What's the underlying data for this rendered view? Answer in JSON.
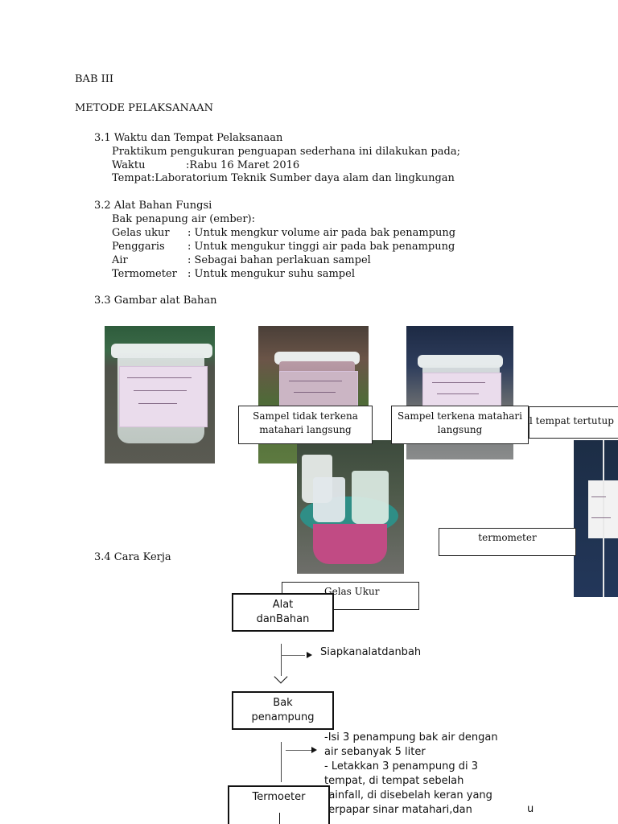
{
  "chapter": "BAB III",
  "chapter_title": "METODE PELAKSANAAN",
  "section_3_1": {
    "heading": "3.1 Waktu dan Tempat Pelaksanaan",
    "intro": "Praktikum pengukuran penguapan sederhana ini dilakukan pada;",
    "waktu_label": "Waktu",
    "waktu_value": ":Rabu 16 Maret 2016",
    "tempat_text": "Tempat:Laboratorium Teknik Sumber daya alam dan lingkungan"
  },
  "section_3_2": {
    "heading": "3.2 Alat Bahan Fungsi",
    "intro": "Bak penapung air (ember):",
    "items": [
      {
        "name": "Gelas ukur",
        "desc": ": Untuk mengkur volume air pada bak penampung"
      },
      {
        "name": "Penggaris",
        "desc": ": Untuk mengukur tinggi air pada bak penampung"
      },
      {
        "name": "Air",
        "desc": ": Sebagai bahan perlakuan sampel"
      },
      {
        "name": "Termometer",
        "desc": ": Untuk mengukur suhu sampel"
      }
    ]
  },
  "section_3_3": {
    "heading": "3.3 Gambar alat Bahan"
  },
  "captions": {
    "not_exposed": "Sampel tidak terkena matahari langsung",
    "exposed": "Sampel terkena matahari langsung",
    "covered_partial": "l tempat tertutup",
    "thermometer": "termometer",
    "measuring_cup": "Gelas Ukur"
  },
  "section_3_4": {
    "heading": "3.4 Cara Kerja"
  },
  "flowchart": {
    "box1": "Alat danBahan",
    "step1": "Siapkanalatdanbah",
    "box2": "Bak penampung",
    "step2_lines": [
      "-Isi 3 penampung bak air dengan",
      "air sebanyak 5 liter",
      "- Letakkan 3 penampung di 3",
      "tempat, di tempat sebelah",
      "rainfall, di disebelah keran yang",
      "terpapar sinar matahari,dan"
    ],
    "box3": "Termoeter",
    "stray_text": "u"
  }
}
